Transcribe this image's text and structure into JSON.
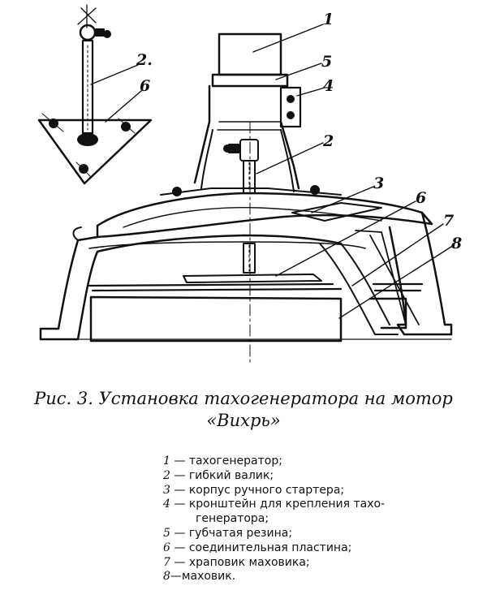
{
  "figure": {
    "callouts": [
      "1",
      "5",
      "4",
      "2",
      "3",
      "6",
      "7",
      "8"
    ],
    "inset_callouts": [
      "2.",
      "6"
    ]
  },
  "caption": {
    "line1": "Рис. 3. Установка тахогенератора на мотор",
    "line2": "«Вихрь»"
  },
  "legend": [
    {
      "num": "1",
      "text": " — тахогенератор;"
    },
    {
      "num": "2",
      "text": " — гибкий валик;"
    },
    {
      "num": "3",
      "text": " — корпус ручного стартера;"
    },
    {
      "num": "4",
      "text": " — кронштейн для крепления тахо-",
      "cont": "генератора;"
    },
    {
      "num": "5",
      "text": " — губчатая резина;"
    },
    {
      "num": "6",
      "text": " — соединительная пластина;"
    },
    {
      "num": "7",
      "text": " — храповик маховика;"
    },
    {
      "num": "8",
      "text": "—маховик."
    }
  ]
}
